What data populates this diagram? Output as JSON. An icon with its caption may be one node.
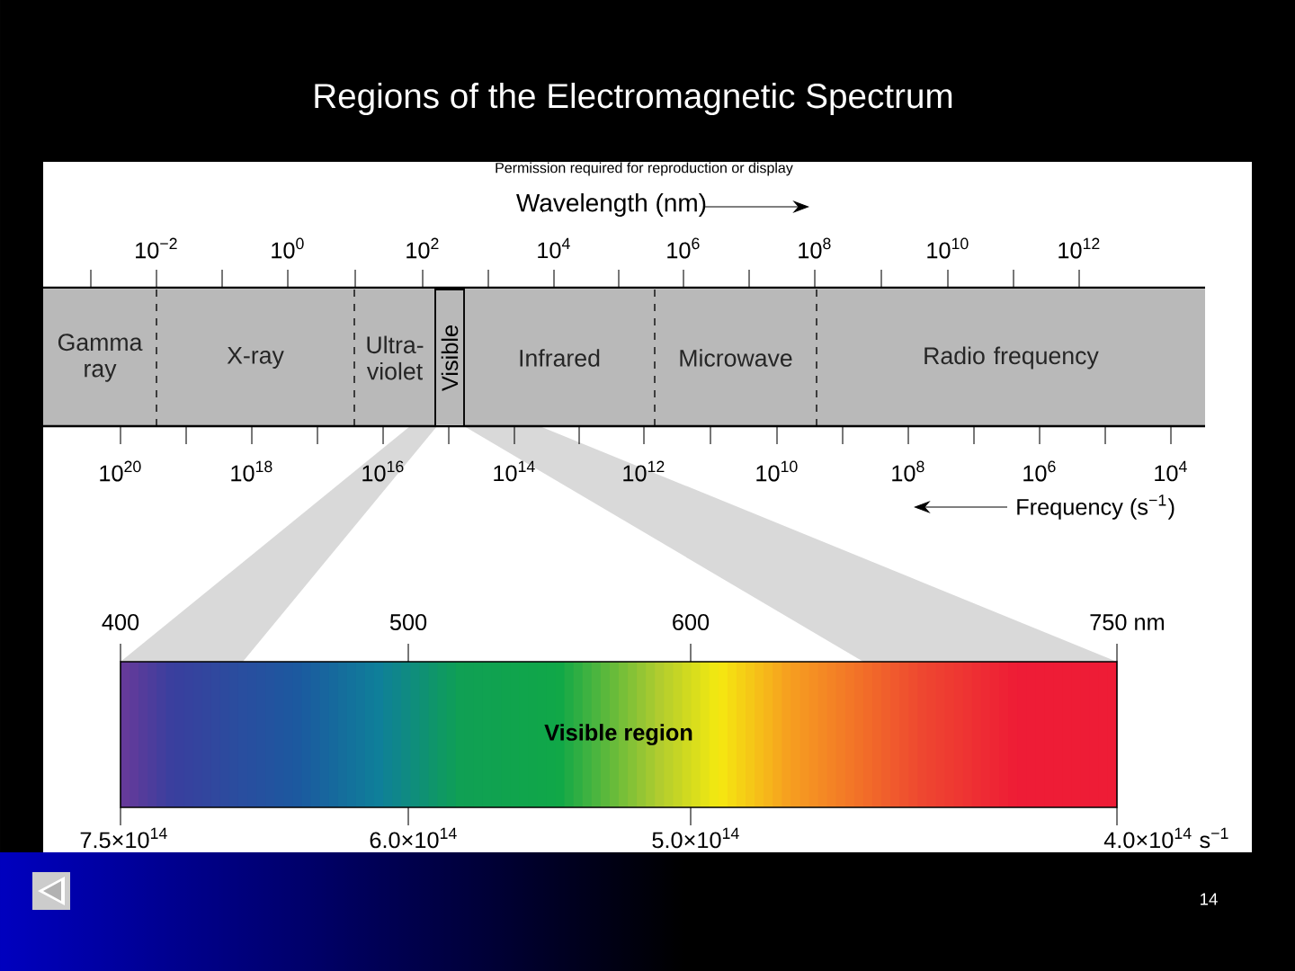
{
  "diagram": {
    "title": "Regions of the Electromagnetic Spectrum",
    "nodes": [
      {
        "text": [
          "Gamma ray"
        ]
      },
      {
        "text": [
          "X-ray"
        ]
      },
      {
        "text": [
          "Ultra-violet"
        ]
      },
      {
        "text": [
          "Visible"
        ]
      },
      {
        "text": [
          "Infrared"
        ]
      },
      {
        "text": [
          "Microwave"
        ]
      },
      {
        "text": [
          "Radio frequency"
        ]
      },
      {
        "text": [
          "Visible region"
        ]
      }
    ],
    "labels": [
      "Permission required for reproduction or display",
      "Wavelength (nm)",
      "10$^{−2}$",
      "10$^{0}$",
      "10$^{2}$",
      "10$^{4}$",
      "10$^{6}$",
      "10$^{8}$",
      "10$^{10}$",
      "10$^{12}$",
      "10$^{20}$",
      "10$^{18}$",
      "10$^{16}$",
      "10$^{14}$",
      "10$^{12}$",
      "10$^{10}$",
      "10$^{8}$",
      "10$^{6}$",
      "10$^{4}$",
      "Frequency (s$^{−1}$)",
      "400",
      "500",
      "600",
      "750 nm",
      "7.5×10$^{14}$",
      "6.0×10$^{14}$",
      "5.0×10$^{14}$",
      "4.0×10$^{14}$ s$^{−1}$",
      "14"
    ]
  }
}
